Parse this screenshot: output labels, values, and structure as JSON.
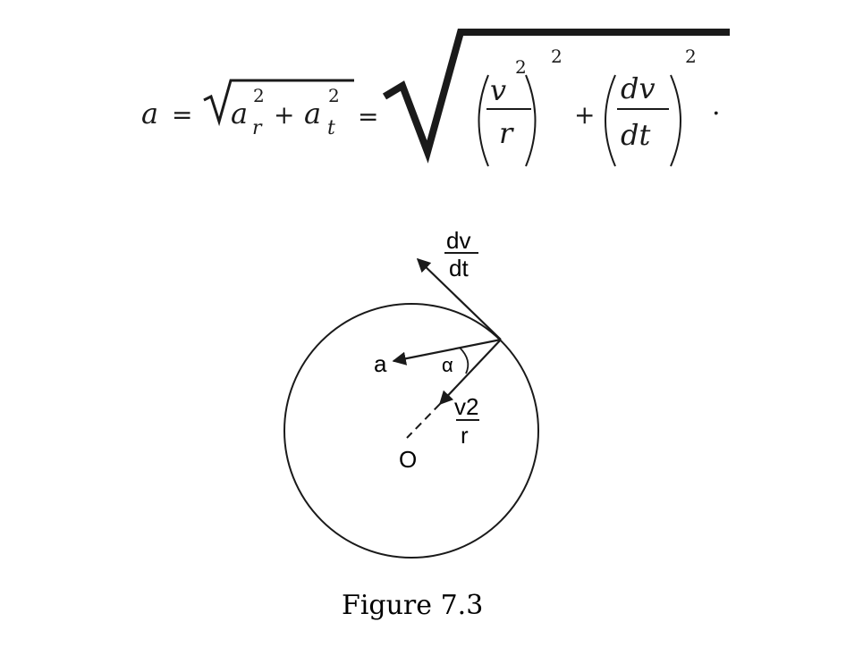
{
  "equation": {
    "lhs": "a",
    "eq1": "=",
    "ar": "a",
    "ar_sub": "r",
    "ar_sup": "2",
    "plus1": "+",
    "at": "a",
    "at_sub": "t",
    "at_sup": "2",
    "eq2": "=",
    "v": "v",
    "v_sup": "2",
    "r": "r",
    "term1_sup": "2",
    "plus2": "+",
    "dv": "dv",
    "dt": "dt",
    "term2_sup": "2",
    "period": "."
  },
  "diagram": {
    "dvdt_num": "dv",
    "dvdt_den": "dt",
    "a_label": "a",
    "alpha_label": "α",
    "v2_num": "v2",
    "r_den": "r",
    "origin_label": "O"
  },
  "caption": "Figure 7.3",
  "colors": {
    "ink": "#1a1a1a",
    "background": "#ffffff"
  }
}
